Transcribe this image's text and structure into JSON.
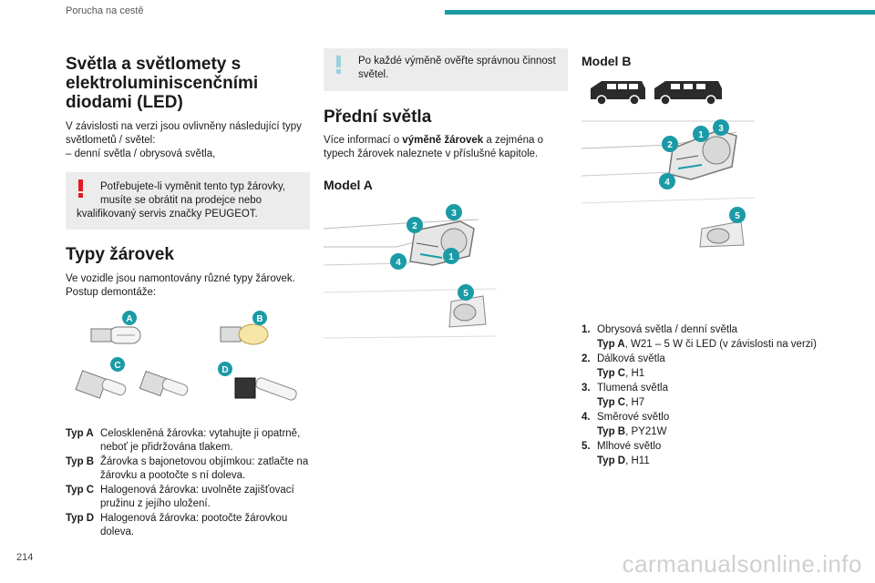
{
  "header": {
    "section": "Porucha na cestě"
  },
  "page": {
    "number": "214"
  },
  "watermark": "carmanualsonline.info",
  "col1": {
    "title": "Světla a světlomety s elektroluminiscenčními diodami (LED)",
    "intro": "V závislosti na verzi jsou ovlivněny následující typy světlometů / světel:",
    "bullet": "– denní světla / obrysová světla,",
    "warning": {
      "line1": "Potřebujete-li vyměnit tento typ žárovky, musíte se obrátit na prodejce nebo",
      "line2": "kvalifikovaný servis značky PEUGEOT."
    },
    "types_heading": "Typy žárovek",
    "types_intro": "Ve vozidle jsou namontovány různé typy žárovek. Postup demontáže:",
    "bulb_badges": [
      "A",
      "B",
      "C",
      "D"
    ],
    "types": [
      {
        "key": "Typ A",
        "text": "Celoskleněná žárovka: vytahujte ji opatrně, neboť je přidržována tlakem."
      },
      {
        "key": "Typ B",
        "text": "Žárovka s bajonetovou objímkou: zatlačte na žárovku a pootočte s ní doleva."
      },
      {
        "key": "Typ C",
        "text": "Halogenová žárovka: uvolněte zajišťovací pružinu z jejího uložení."
      },
      {
        "key": "Typ D",
        "text": "Halogenová žárovka: pootočte žárovkou doleva."
      }
    ]
  },
  "col2": {
    "info": "Po každé výměně ověřte správnou činnost světel.",
    "heading": "Přední světla",
    "intro_pre": "Více informací o ",
    "intro_bold": "výměně žárovek",
    "intro_post": " a zejména o typech žárovek naleznete v příslušné kapitole.",
    "model_a": "Model A",
    "badges": [
      "1",
      "2",
      "3",
      "4",
      "5"
    ]
  },
  "col3": {
    "model_b": "Model B",
    "badges": [
      "1",
      "2",
      "3",
      "4",
      "5"
    ],
    "legend": [
      {
        "num": "1.",
        "name": "Obrysová světla / denní světla",
        "type": "Typ A",
        "spec": ", W21 – 5 W či LED (v závislosti na verzi)"
      },
      {
        "num": "2.",
        "name": "Dálková světla",
        "type": "Typ C",
        "spec": ", H1"
      },
      {
        "num": "3.",
        "name": "Tlumená světla",
        "type": "Typ C",
        "spec": ", H7"
      },
      {
        "num": "4.",
        "name": "Směrové světlo",
        "type": "Typ B",
        "spec": ", PY21W"
      },
      {
        "num": "5.",
        "name": "Mlhové světlo",
        "type": "Typ D",
        "spec": ", H11"
      }
    ]
  },
  "colors": {
    "accent": "#1a9ba6",
    "warning": "#e31b23",
    "info": "#9ad3dc",
    "box_bg": "#ececec"
  }
}
